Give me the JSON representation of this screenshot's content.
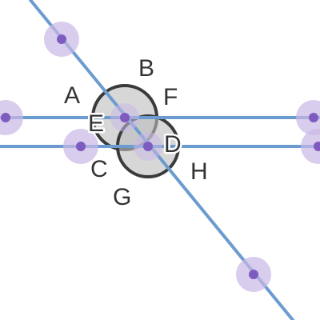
{
  "diagram": {
    "colors": {
      "line": "#6b9bcf",
      "point": "#7e5bbf",
      "point_halo": "#c9b8e6",
      "circle_stroke": "#3a3a3a",
      "circle_fill": "#bdbdbd",
      "label": "#333333"
    },
    "labels": {
      "A": "A",
      "B": "B",
      "C": "C",
      "D": "D",
      "E": "E",
      "F": "F",
      "G": "G",
      "H": "H"
    }
  }
}
